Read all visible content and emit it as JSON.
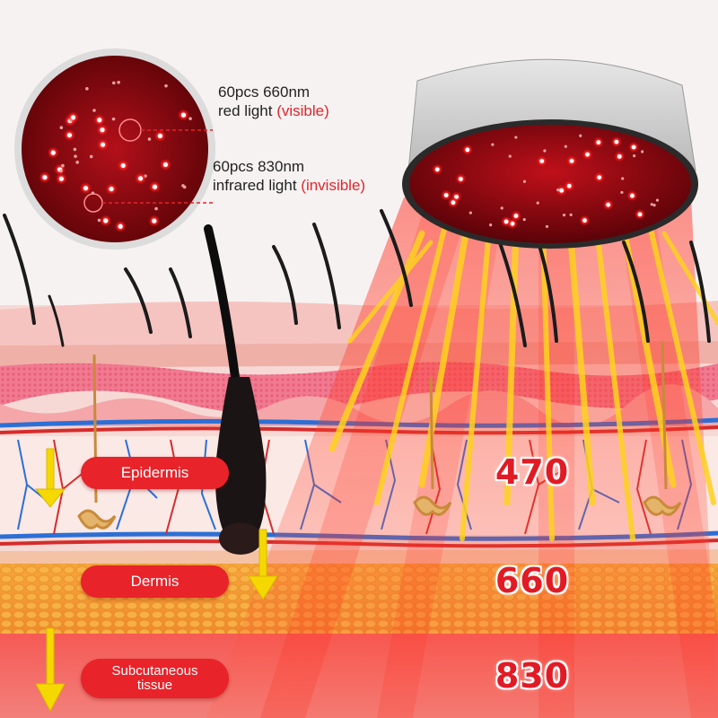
{
  "annotations": {
    "red_light": {
      "line1": "60pcs 660nm",
      "line2_prefix": "red light ",
      "line2_highlight": "(visible)"
    },
    "infrared_light": {
      "line1": "60pcs 830nm",
      "line2_prefix": "infrared light ",
      "line2_highlight": "(invisible)"
    }
  },
  "layers": [
    {
      "label": "Epidermis",
      "wavelength": "470"
    },
    {
      "label": "Dermis",
      "wavelength": "660"
    },
    {
      "label_line1": "Subcutaneous",
      "label_line2": "tissue",
      "wavelength": "830"
    }
  ],
  "colors": {
    "accent_red": "#e8232a",
    "wavelength_text": "#e11b25",
    "highlight_text": "#e0262c",
    "arrow_yellow": "#f5d800"
  },
  "icons": [
    "led-zoom-circle",
    "led-helmet",
    "light-beams",
    "hair-follicle",
    "down-arrow"
  ]
}
